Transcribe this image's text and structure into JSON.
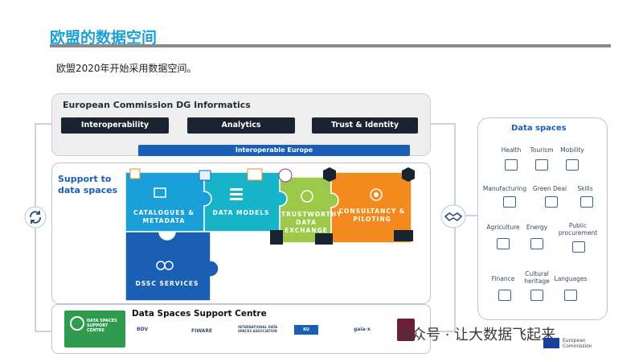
{
  "page": {
    "title": "欧盟的数据空间",
    "subtitle": "欧盟2020年开始采用数据空间。"
  },
  "top_box": {
    "title": "European Commission DG Informatics",
    "buttons": [
      "Interoperability",
      "Analytics",
      "Trust & Identity"
    ],
    "band": "Interoperable Europe"
  },
  "support": {
    "label_line1": "Support to",
    "label_line2": "data spaces",
    "pieces": [
      {
        "label": "CATALOGUES & METADATA",
        "color": "#1a9fd9"
      },
      {
        "label": "DATA MODELS",
        "color": "#17b3c9"
      },
      {
        "label": "TRUSTWORTHY DATA EXCHANGE",
        "color": "#9cc94a"
      },
      {
        "label": "CONSULTANCY & PILOTING",
        "color": "#f28a1d"
      },
      {
        "label": "DSSC SERVICES",
        "color": "#1a5fb4"
      }
    ]
  },
  "dssc": {
    "title": "Data Spaces Support Centre",
    "logo_text": "DATA SPACES SUPPORT CENTRE",
    "partners": [
      "BDV",
      "FIWARE",
      "INTERNATIONAL DATA SPACES ASSOCIATION",
      "KU LEUVEN",
      "gaia-x"
    ]
  },
  "data_spaces": {
    "title": "Data spaces",
    "items": [
      "Health",
      "Tourism",
      "Mobility",
      "Manufacturing",
      "Green Deal",
      "Skills",
      "Agriculture",
      "Energy",
      "Public procurement",
      "Finance",
      "Cultural heritage",
      "Languages"
    ]
  },
  "footer": {
    "watermark": "公众号 · 让大数据飞起来",
    "eu_label": "European Commission"
  },
  "colors": {
    "title_blue": "#1aa0d6",
    "dark_button": "#1a2430",
    "band_blue": "#1a5fb4",
    "dssc_green": "#2f9b4e"
  }
}
